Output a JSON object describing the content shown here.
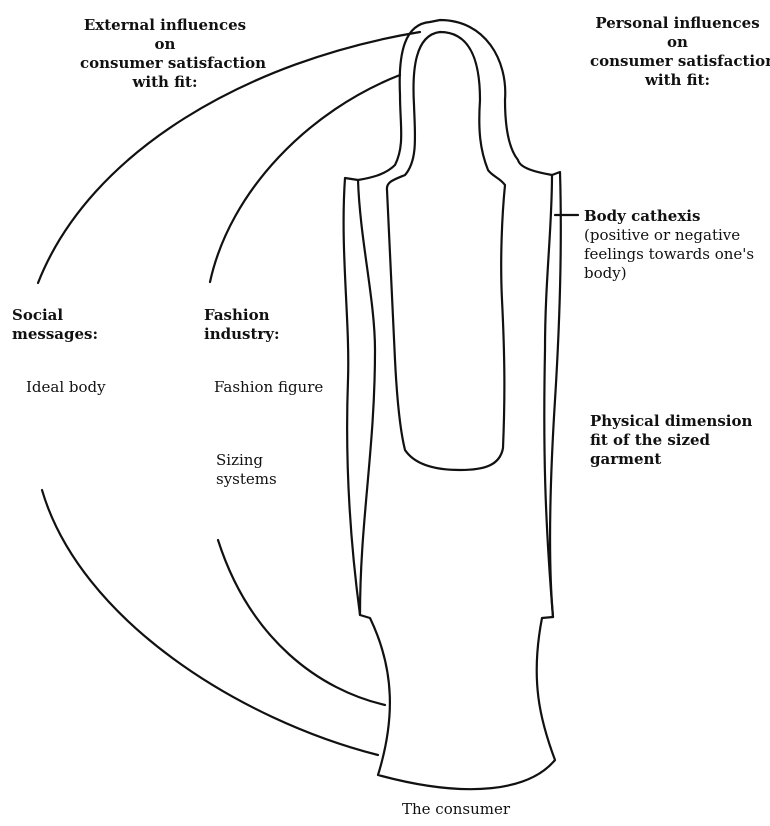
{
  "external_heading": [
    "External influences",
    "on",
    "consumer satisfaction",
    "with fit:"
  ],
  "personal_heading": [
    "Personal influences",
    "on",
    "consumer satisfaction",
    "with fit:"
  ],
  "social": {
    "title": [
      "Social",
      "messages:"
    ],
    "item": "Ideal body"
  },
  "fashion": {
    "title": [
      "Fashion",
      "industry:"
    ],
    "figure": "Fashion figure",
    "sizing": [
      "Sizing",
      "systems"
    ]
  },
  "body_cathexis": [
    "Body cathexis",
    "(positive or negative",
    "feelings towards one's",
    "body)"
  ],
  "physical": [
    "Physical dimension",
    "fit of the sized",
    "garment"
  ],
  "consumer_label": "The consumer"
}
